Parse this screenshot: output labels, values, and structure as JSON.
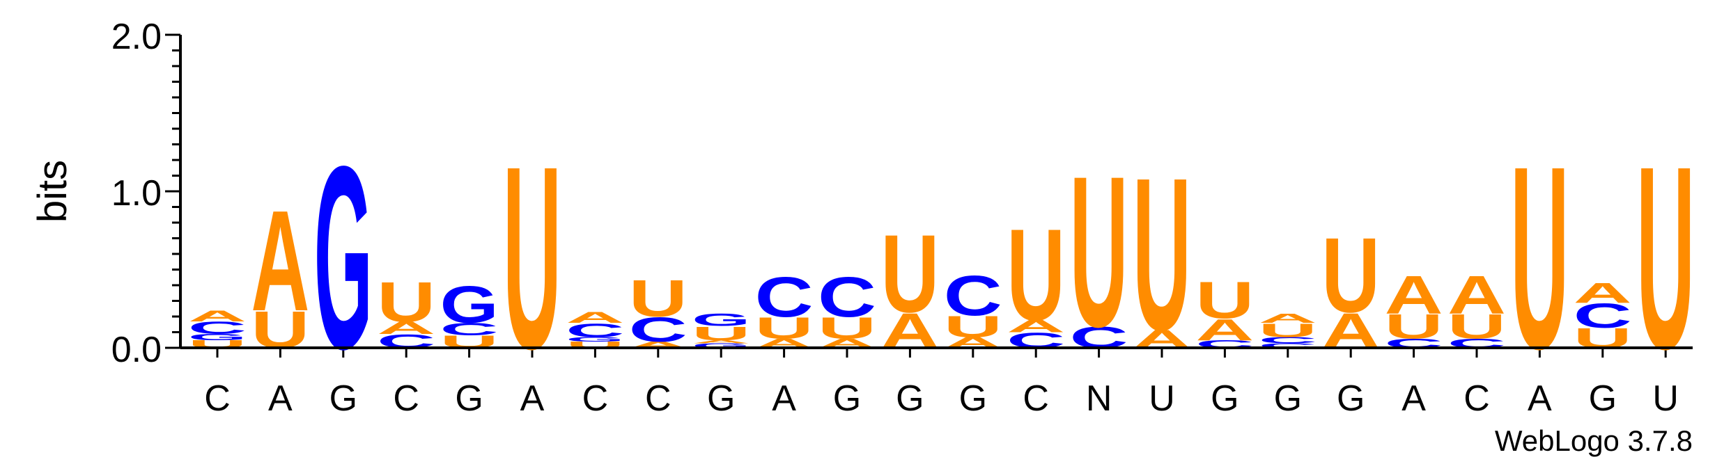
{
  "chart_data": {
    "type": "sequence-logo",
    "ylabel": "bits",
    "ylim": [
      0,
      2.0
    ],
    "yticks": [
      "0.0",
      "1.0",
      "2.0"
    ],
    "xlabels": [
      "C",
      "A",
      "G",
      "C",
      "G",
      "A",
      "C",
      "C",
      "G",
      "A",
      "G",
      "G",
      "G",
      "C",
      "N",
      "U",
      "G",
      "G",
      "G",
      "A",
      "C",
      "A",
      "G",
      "U"
    ],
    "footer": "WebLogo 3.7.8",
    "colors": {
      "A": "#ff8c00",
      "U": "#ff8c00",
      "G": "#0000ff",
      "C": "#0000ff"
    },
    "positions": [
      [
        [
          "U",
          0.05
        ],
        [
          "G",
          0.04
        ],
        [
          "C",
          0.08
        ],
        [
          "A",
          0.07
        ]
      ],
      [
        [
          "U",
          0.24
        ],
        [
          "A",
          0.66
        ]
      ],
      [
        [
          "G",
          1.2
        ]
      ],
      [
        [
          "C",
          0.09
        ],
        [
          "A",
          0.08
        ],
        [
          "U",
          0.26
        ]
      ],
      [
        [
          "U",
          0.08
        ],
        [
          "C",
          0.08
        ],
        [
          "G",
          0.24
        ]
      ],
      [
        [
          "U",
          1.2
        ]
      ],
      [
        [
          "U",
          0.04
        ],
        [
          "G",
          0.03
        ],
        [
          "C",
          0.09
        ],
        [
          "A",
          0.07
        ]
      ],
      [
        [
          "A",
          0.04
        ],
        [
          "C",
          0.16
        ],
        [
          "U",
          0.24
        ]
      ],
      [
        [
          "G",
          0.03
        ],
        [
          "A",
          0.02
        ],
        [
          "U",
          0.09
        ],
        [
          "G",
          0.08
        ]
      ],
      [
        [
          "A",
          0.06
        ],
        [
          "U",
          0.14
        ],
        [
          "C",
          0.26
        ]
      ],
      [
        [
          "A",
          0.06
        ],
        [
          "U",
          0.14
        ],
        [
          "C",
          0.26
        ]
      ],
      [
        [
          "A",
          0.23
        ],
        [
          "U",
          0.51
        ]
      ],
      [
        [
          "A",
          0.07
        ],
        [
          "U",
          0.14
        ],
        [
          "C",
          0.26
        ]
      ],
      [
        [
          "C",
          0.1
        ],
        [
          "A",
          0.08
        ],
        [
          "U",
          0.6
        ]
      ],
      [
        [
          "C",
          0.14
        ],
        [
          "U",
          0.99
        ]
      ],
      [
        [
          "A",
          0.12
        ],
        [
          "U",
          1.0
        ]
      ],
      [
        [
          "C",
          0.05
        ],
        [
          "A",
          0.14
        ],
        [
          "U",
          0.24
        ]
      ],
      [
        [
          "C",
          0.03
        ],
        [
          "C",
          0.04
        ],
        [
          "U",
          0.09
        ],
        [
          "A",
          0.06
        ]
      ],
      [
        [
          "A",
          0.23
        ],
        [
          "U",
          0.49
        ]
      ],
      [
        [
          "C",
          0.06
        ],
        [
          "U",
          0.16
        ],
        [
          "A",
          0.25
        ]
      ],
      [
        [
          "C",
          0.06
        ],
        [
          "U",
          0.16
        ],
        [
          "A",
          0.25
        ]
      ],
      [
        [
          "U",
          1.2
        ]
      ],
      [
        [
          "U",
          0.13
        ],
        [
          "C",
          0.16
        ],
        [
          "A",
          0.13
        ]
      ],
      [
        [
          "U",
          1.2
        ]
      ]
    ]
  }
}
